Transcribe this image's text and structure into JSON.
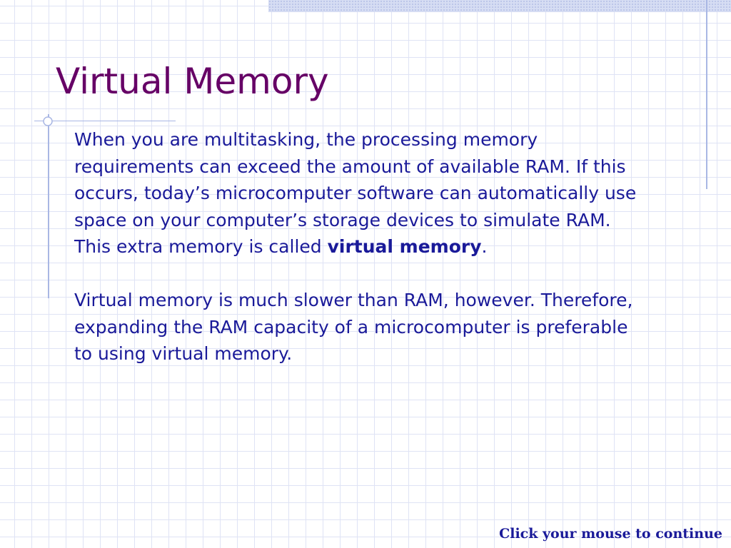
{
  "slide": {
    "title": "Virtual Memory",
    "paragraph1": {
      "text": "When you are multitasking, the processing memory requirements can exceed the amount of available RAM. If this occurs, today’s microcomputer software can automatically use space on your computer’s storage devices to simulate RAM. This extra memory is called ",
      "term": "virtual memory",
      "end": "."
    },
    "paragraph2": "Virtual memory is much slower than RAM, however. Therefore, expanding the RAM capacity of a microcomputer is preferable to using virtual memory.",
    "footer": "Click your mouse to continue"
  },
  "colors": {
    "title": "#660066",
    "body_text": "#1a1a99",
    "grid": "#dfe3f5",
    "accent_lines": "#a9b7e4"
  },
  "icons": {
    "ornament": "crosshair-ornament-icon"
  }
}
